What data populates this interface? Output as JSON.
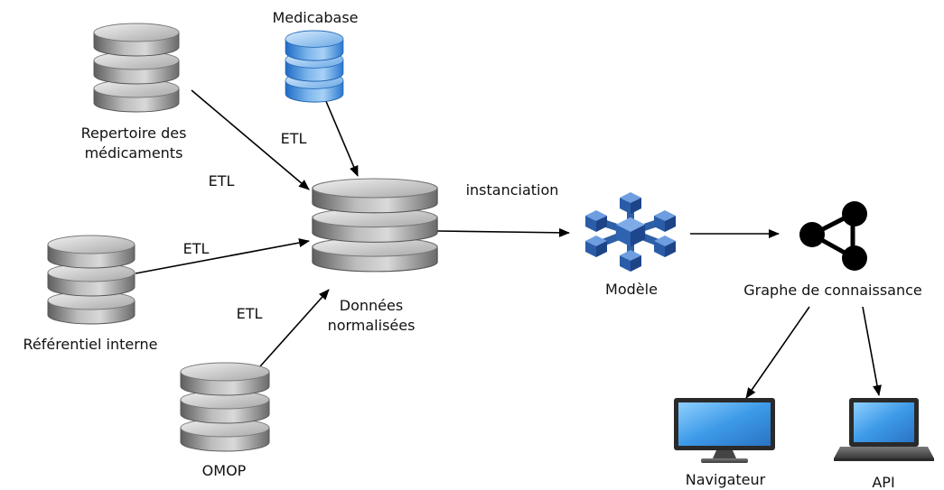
{
  "nodes": {
    "medicabase": "Medicabase",
    "repertoire_line1": "Repertoire des",
    "repertoire_line2": "médicaments",
    "referentiel": "Référentiel interne",
    "omop": "OMOP",
    "donnees_line1": "Données",
    "donnees_line2": "normalisées",
    "modele": "Modèle",
    "graphe": "Graphe de connaissance",
    "navigateur": "Navigateur",
    "api": "API"
  },
  "edges": {
    "etl_medicabase": "ETL",
    "etl_repertoire": "ETL",
    "etl_referentiel": "ETL",
    "etl_omop": "ETL",
    "instanciation": "instanciation"
  },
  "colors": {
    "db_gray": "#8a8a8a",
    "db_blue": "#4a90d9",
    "model_blue": "#2f5fa6",
    "screen_blue": "#4aa0e6",
    "graph_black": "#000000"
  }
}
